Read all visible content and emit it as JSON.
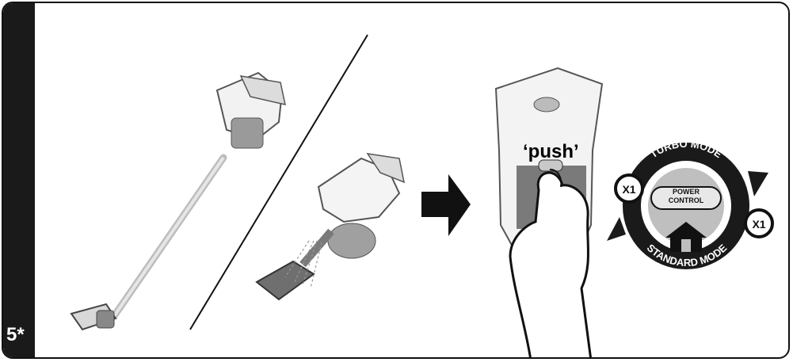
{
  "step": {
    "label": "5*"
  },
  "push": {
    "label": "‘push’"
  },
  "mode_control": {
    "turbo_label": "TURBO  MODE",
    "standard_label": "STANDARD MODE",
    "power_line1": "POWER",
    "power_line2": "CONTROL",
    "press_left": "X1",
    "press_right": "X1"
  },
  "icons": [
    "stick-vacuum-icon",
    "handheld-vacuum-icon",
    "arrow-right-icon",
    "vacuum-handle-icon",
    "hand-press-icon",
    "cycle-arrows-icon",
    "home-icon"
  ]
}
